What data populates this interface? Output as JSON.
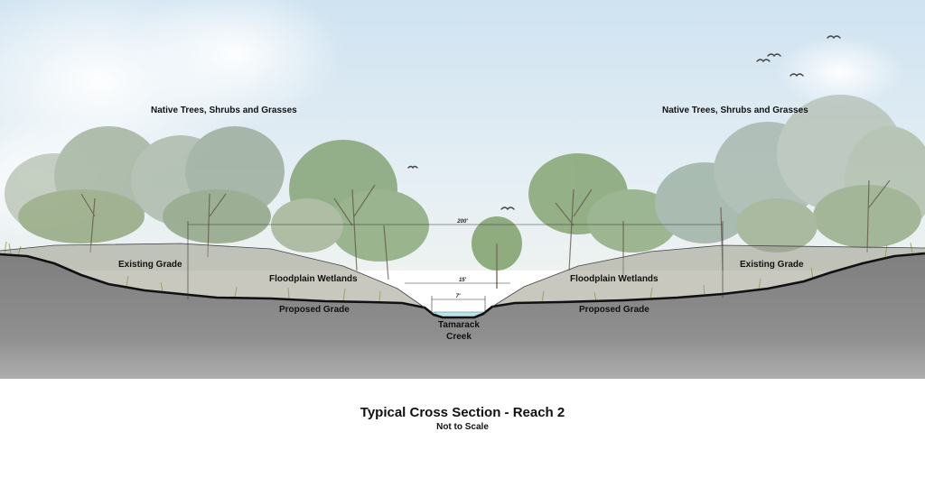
{
  "labels": {
    "native_left": "Native Trees, Shrubs and Grasses",
    "native_right": "Native Trees, Shrubs and Grasses",
    "existing_left": "Existing Grade",
    "existing_right": "Existing Grade",
    "floodplain_left": "Floodplain Wetlands",
    "floodplain_right": "Floodplain Wetlands",
    "proposed_left": "Proposed Grade",
    "proposed_right": "Proposed Grade",
    "creek_line1": "Tamarack",
    "creek_line2": "Creek"
  },
  "dimensions": {
    "overall": "200'",
    "floodplain": "15'",
    "channel": "7'"
  },
  "title": "Typical Cross Section - Reach 2",
  "subtitle": "Not to Scale",
  "colors": {
    "sky": "#d9e8f2",
    "soil": "#8f8f8f",
    "water": "#b8dde3",
    "grade_line": "#111111"
  }
}
